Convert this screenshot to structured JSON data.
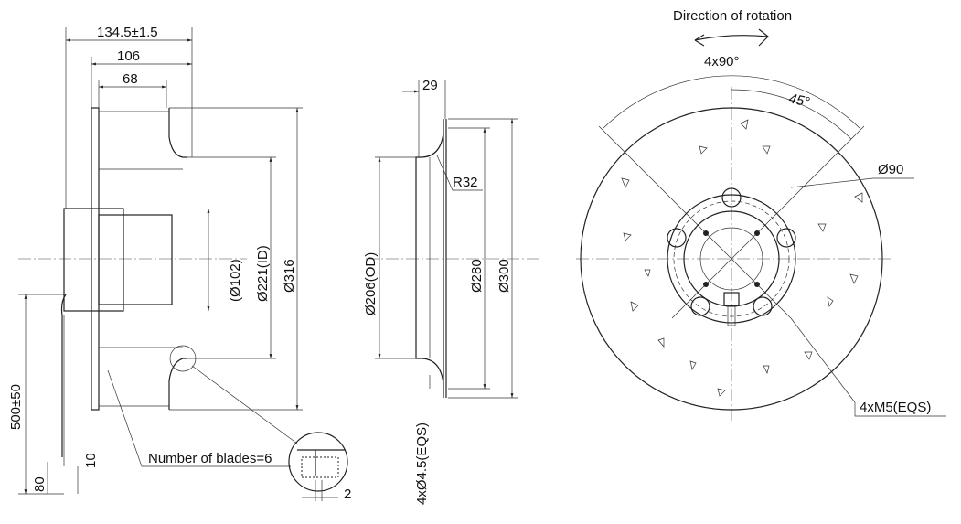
{
  "side_view": {
    "overall_length": "134.5±1.5",
    "wheel_width": "106",
    "motor_length": "68",
    "hub_diameter": "(Ø102)",
    "inlet_diameter": "Ø221(ID)",
    "wheel_diameter": "Ø316",
    "cable_length": "500±50",
    "cable_strip": "80",
    "wire_strip": "10",
    "blades_note": "Number of blades=6",
    "detail_dim": "2"
  },
  "inlet_ring": {
    "depth": "29",
    "radius": "R32",
    "outer_diameter": "Ø206(OD)",
    "bolt_circle": "Ø280",
    "flange_diameter": "Ø300",
    "holes": "4xØ4.5(EQS)"
  },
  "front_view": {
    "rotation_label": "Direction of rotation",
    "angle_spacing": "4x90°",
    "angle_offset": "45°",
    "bolt_circle": "Ø90",
    "threads": "4xM5(EQS)"
  }
}
